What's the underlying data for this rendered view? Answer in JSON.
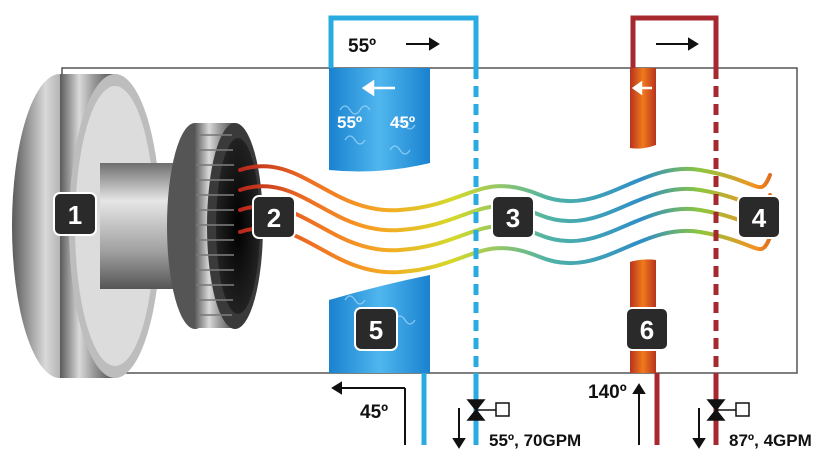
{
  "diagram": {
    "badges": {
      "b1": "1",
      "b2": "2",
      "b3": "3",
      "b4": "4",
      "b5": "5",
      "b6": "6"
    },
    "labels": {
      "top_supply_temp": "55º",
      "coil_in_temp": "55º",
      "coil_out_temp": "45º",
      "return_temp": "45º",
      "cold_valve": "55º, 70GPM",
      "hot_in_temp": "140º",
      "hot_valve": "87º, 4GPM"
    },
    "colors": {
      "cold_line": "#29abe2",
      "hot_line": "#a5292f",
      "coil_blue": "#1e8fd6",
      "coil_hot": "#e0571b",
      "badge_fill": "#2a2a2a"
    }
  }
}
